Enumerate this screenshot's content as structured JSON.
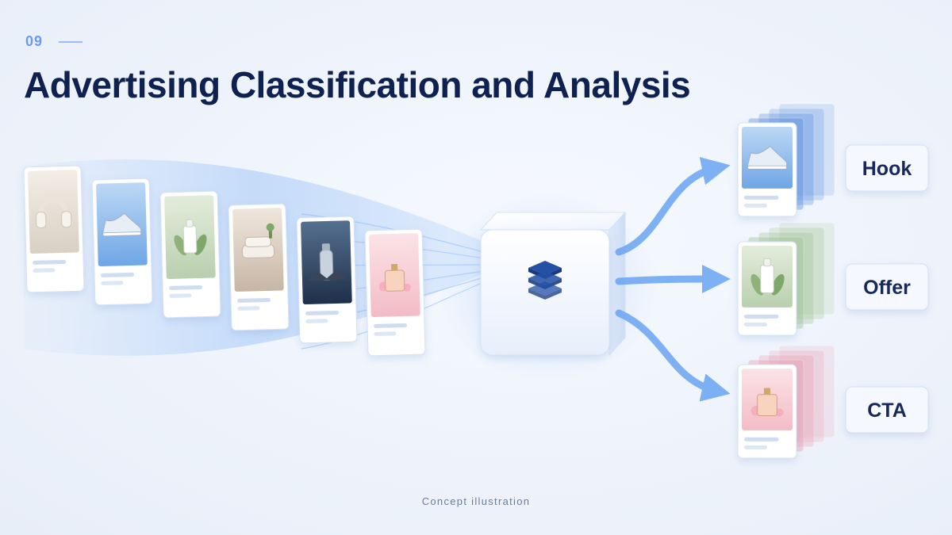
{
  "slide": {
    "number": "09"
  },
  "title": "Advertising Classification and Analysis",
  "caption": "Concept illustration",
  "input_ads": [
    {
      "subject": "headphones-icon",
      "palette": [
        "#f2ede6",
        "#d9d0c3"
      ]
    },
    {
      "subject": "sneaker-icon",
      "palette": [
        "#bcd8f5",
        "#6fa6e6"
      ]
    },
    {
      "subject": "skincare-bottle-icon",
      "palette": [
        "#e3ecdc",
        "#b9cfae"
      ]
    },
    {
      "subject": "armchair-icon",
      "palette": [
        "#efe6dd",
        "#c7b6a5"
      ]
    },
    {
      "subject": "water-bottle-icon",
      "palette": [
        "#55708f",
        "#1f3049"
      ]
    },
    {
      "subject": "perfume-icon",
      "palette": [
        "#fbe3e6",
        "#f3bcc6"
      ]
    }
  ],
  "processor": {
    "icon": "layers-stack-icon",
    "color": "#2451a6"
  },
  "categories": [
    {
      "label": "Hook",
      "subject": "sneaker-icon",
      "palette": [
        "#bcd8f5",
        "#6fa6e6"
      ],
      "stack_color": "#5b8fe0"
    },
    {
      "label": "Offer",
      "subject": "skincare-bottle-icon",
      "palette": [
        "#e3ecdc",
        "#b9cfae"
      ],
      "stack_color": "#9fc38f"
    },
    {
      "label": "CTA",
      "subject": "perfume-icon",
      "palette": [
        "#fbe3e6",
        "#f3bcc6"
      ],
      "stack_color": "#eaa0b2"
    }
  ],
  "colors": {
    "title": "#0e2150",
    "accent": "#6a9bf0",
    "arrow": "#6aa5f2"
  }
}
